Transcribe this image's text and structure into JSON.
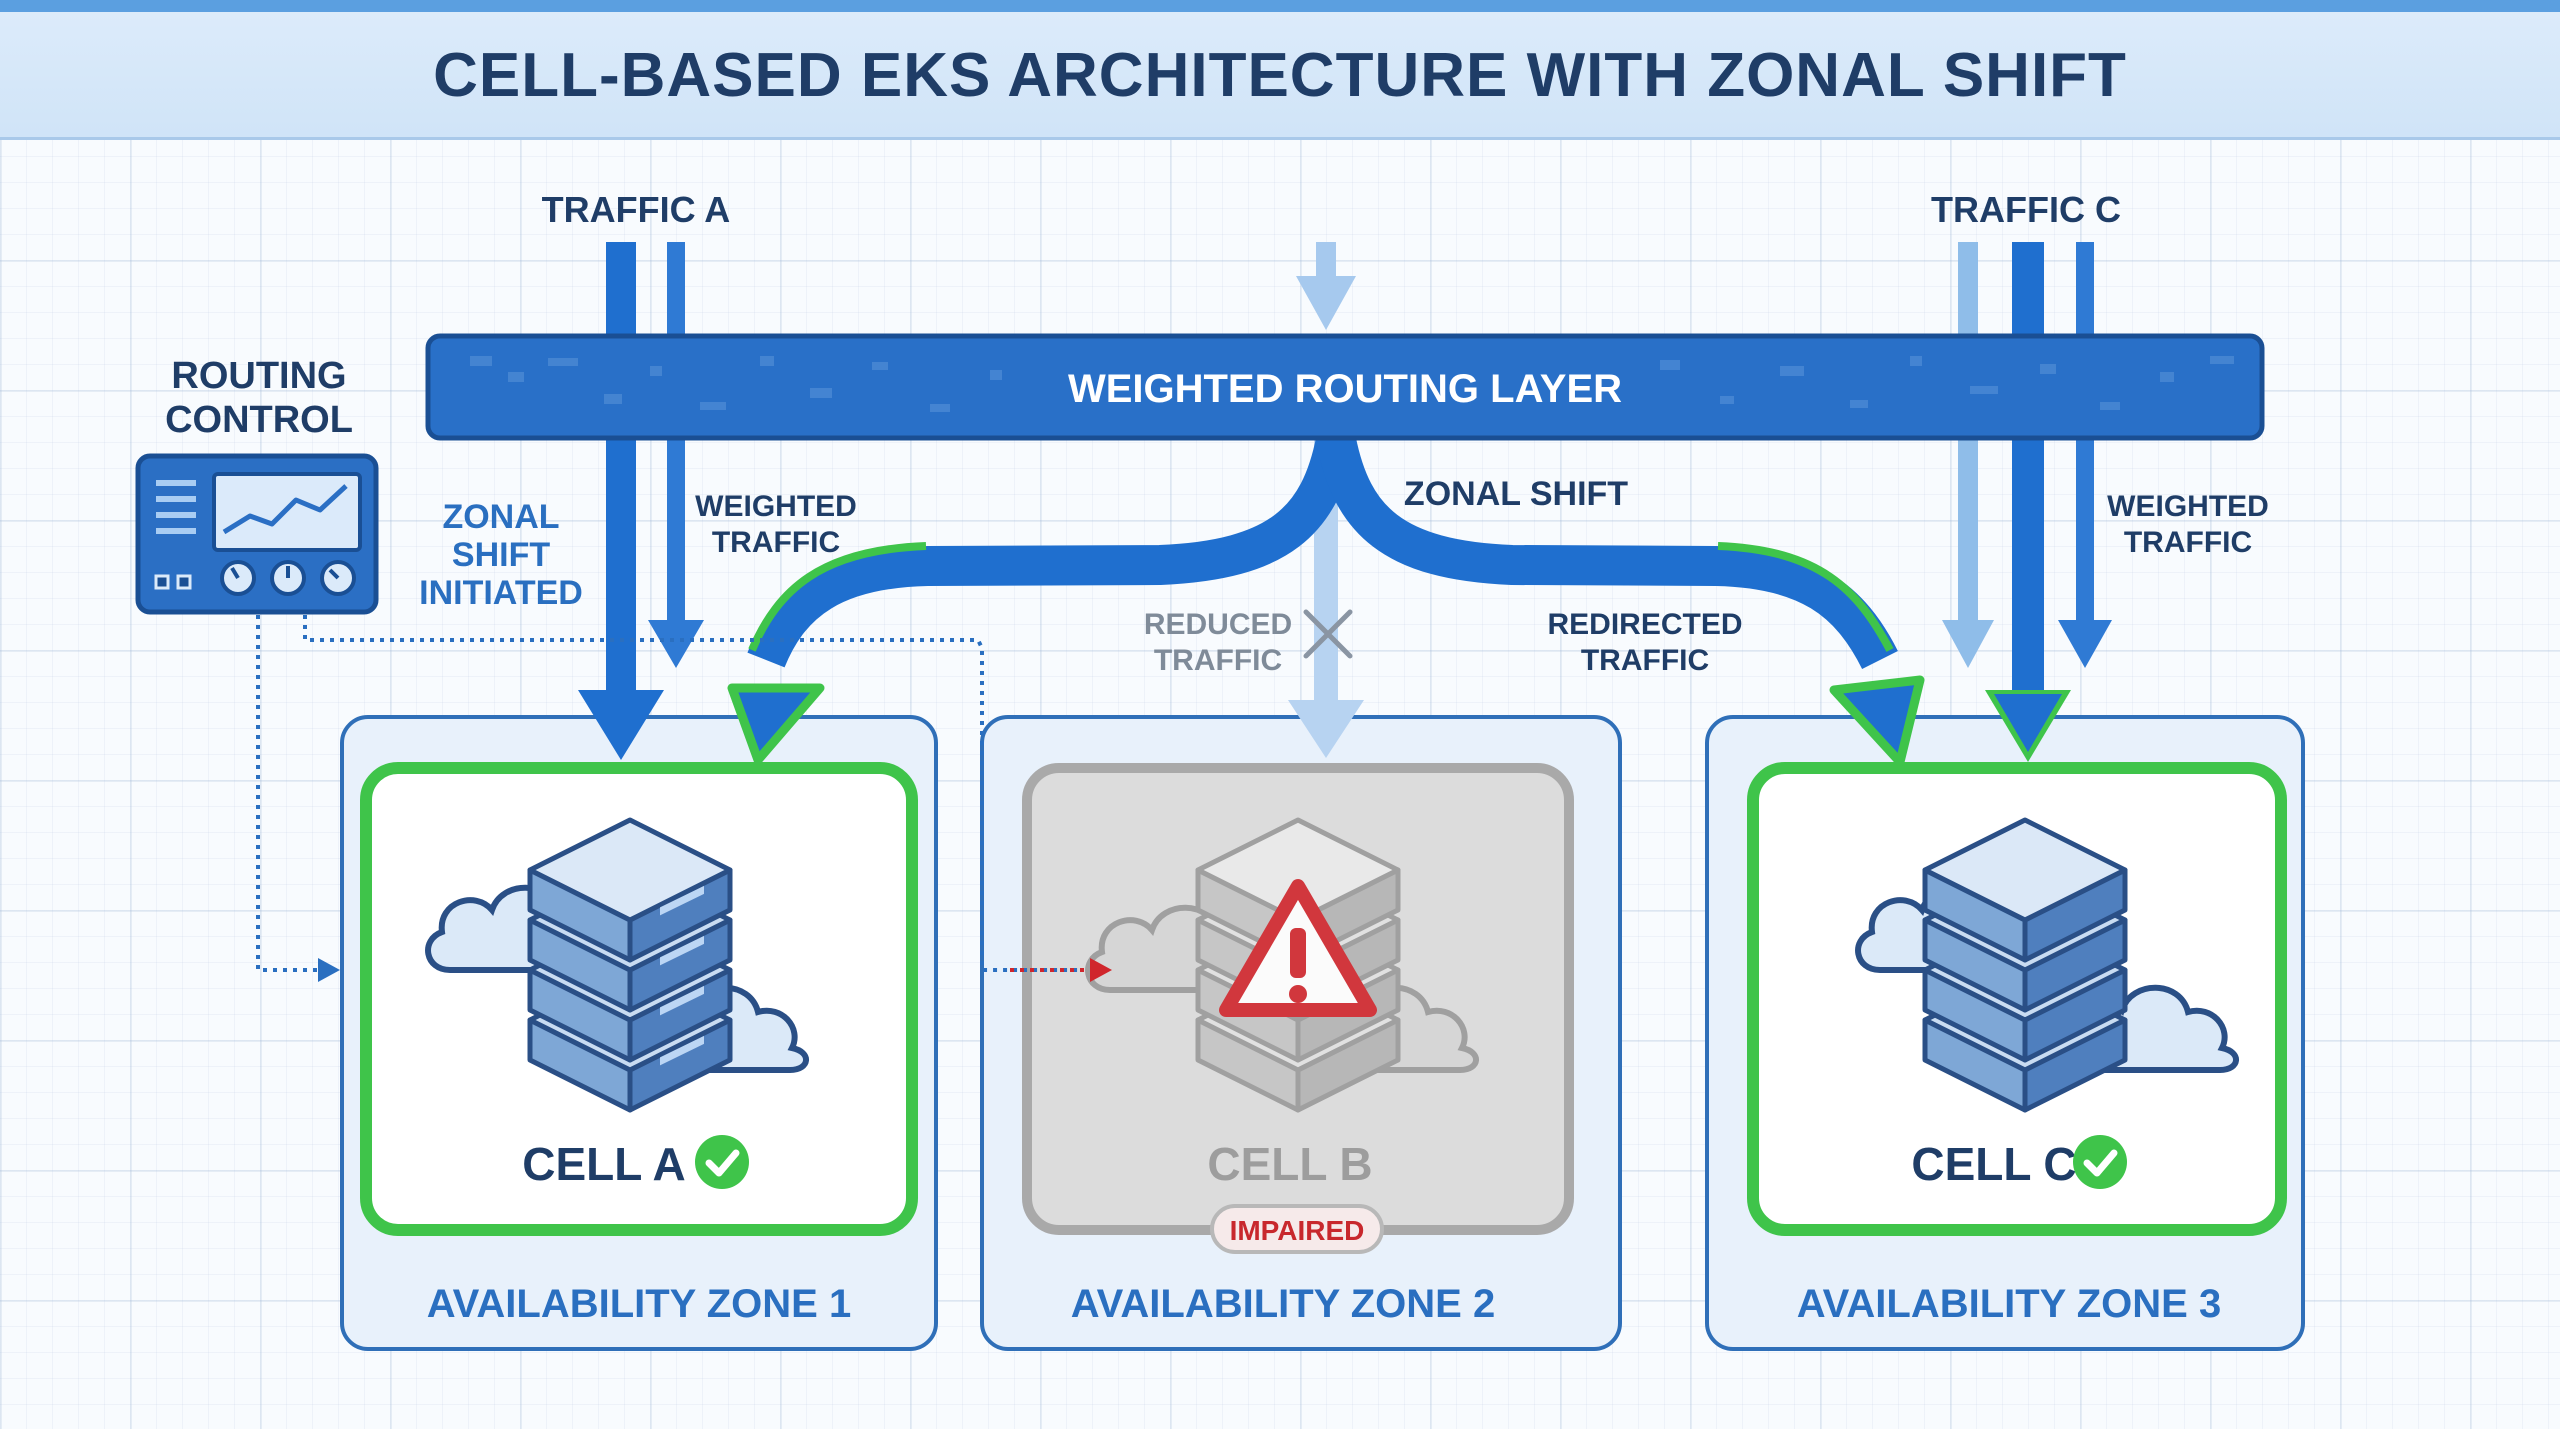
{
  "title": "CELL-BASED EKS ARCHITECTURE WITH ZONAL SHIFT",
  "traffic_a": "TRAFFIC A",
  "traffic_c": "TRAFFIC C",
  "routing_layer": "WEIGHTED ROUTING LAYER",
  "routing_control": {
    "line1": "ROUTING",
    "line2": "CONTROL"
  },
  "zonal_shift_initiated": {
    "line1": "ZONAL",
    "line2": "SHIFT",
    "line3": "INITIATED"
  },
  "weighted_traffic_left": {
    "line1": "WEIGHTED",
    "line2": "TRAFFIC"
  },
  "weighted_traffic_right": {
    "line1": "WEIGHTED",
    "line2": "TRAFFIC"
  },
  "zonal_shift": "ZONAL SHIFT",
  "reduced_traffic": {
    "line1": "REDUCED",
    "line2": "TRAFFIC"
  },
  "redirected_traffic": {
    "line1": "REDIRECTED",
    "line2": "TRAFFIC"
  },
  "cells": [
    {
      "name": "CELL A",
      "zone": "AVAILABILITY ZONE 1",
      "status": "healthy"
    },
    {
      "name": "CELL B",
      "zone": "AVAILABILITY ZONE 2",
      "status": "impaired",
      "badge": "IMPAIRED"
    },
    {
      "name": "CELL C",
      "zone": "AVAILABILITY ZONE 3",
      "status": "healthy"
    }
  ],
  "colors": {
    "primary_blue": "#1f6fcf",
    "light_blue": "#8fbde9",
    "healthy_green": "#3fc44a",
    "impaired_red": "#d0262c",
    "dark_text": "#1f3d67",
    "zone_text": "#2a6fc0"
  },
  "icons": [
    "server-stack-icon",
    "cloud-icon",
    "check-icon",
    "warning-icon",
    "control-panel-icon",
    "x-icon"
  ]
}
